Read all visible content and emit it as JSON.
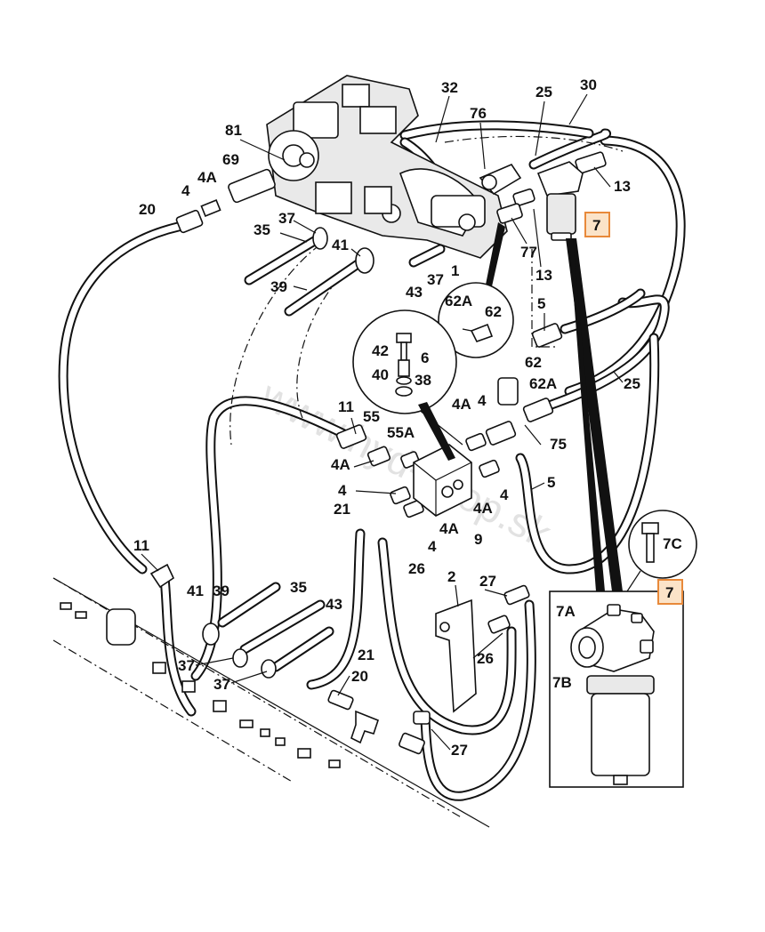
{
  "watermark": "www.hyd-shop.sk",
  "highlight_color": "#f2a35a",
  "callouts": [
    {
      "id": "c32",
      "text": "32"
    },
    {
      "id": "c76",
      "text": "76"
    },
    {
      "id": "c25a",
      "text": "25"
    },
    {
      "id": "c30",
      "text": "30"
    },
    {
      "id": "c81",
      "text": "81"
    },
    {
      "id": "c69",
      "text": "69"
    },
    {
      "id": "c4Aa",
      "text": "4A"
    },
    {
      "id": "c4a",
      "text": "4"
    },
    {
      "id": "c20a",
      "text": "20"
    },
    {
      "id": "c13a",
      "text": "13"
    },
    {
      "id": "c37a",
      "text": "37"
    },
    {
      "id": "c35a",
      "text": "35"
    },
    {
      "id": "c41a",
      "text": "41"
    },
    {
      "id": "c77",
      "text": "77"
    },
    {
      "id": "c13b",
      "text": "13"
    },
    {
      "id": "c39a",
      "text": "39"
    },
    {
      "id": "c43a",
      "text": "43"
    },
    {
      "id": "c37b",
      "text": "37"
    },
    {
      "id": "c1",
      "text": "1"
    },
    {
      "id": "c62Aa",
      "text": "62A"
    },
    {
      "id": "c62a",
      "text": "62"
    },
    {
      "id": "c5a",
      "text": "5"
    },
    {
      "id": "c42",
      "text": "42"
    },
    {
      "id": "c6",
      "text": "6"
    },
    {
      "id": "c40",
      "text": "40"
    },
    {
      "id": "c38",
      "text": "38"
    },
    {
      "id": "c62b",
      "text": "62"
    },
    {
      "id": "c62Ab",
      "text": "62A"
    },
    {
      "id": "c25b",
      "text": "25"
    },
    {
      "id": "c11a",
      "text": "11"
    },
    {
      "id": "c55",
      "text": "55"
    },
    {
      "id": "c55A",
      "text": "55A"
    },
    {
      "id": "c4Ab",
      "text": "4A"
    },
    {
      "id": "c4b",
      "text": "4"
    },
    {
      "id": "c75",
      "text": "75"
    },
    {
      "id": "c4Ac",
      "text": "4A"
    },
    {
      "id": "c5b",
      "text": "5"
    },
    {
      "id": "c4c",
      "text": "4"
    },
    {
      "id": "c4d",
      "text": "4"
    },
    {
      "id": "c4Ad",
      "text": "4A"
    },
    {
      "id": "c21a",
      "text": "21"
    },
    {
      "id": "c4e",
      "text": "4"
    },
    {
      "id": "c4Ae",
      "text": "4A"
    },
    {
      "id": "c9",
      "text": "9"
    },
    {
      "id": "c26a",
      "text": "26"
    },
    {
      "id": "c11b",
      "text": "11"
    },
    {
      "id": "c2",
      "text": "2"
    },
    {
      "id": "c27a",
      "text": "27"
    },
    {
      "id": "c7C",
      "text": "7C"
    },
    {
      "id": "c41b",
      "text": "41"
    },
    {
      "id": "c39b",
      "text": "39"
    },
    {
      "id": "c35b",
      "text": "35"
    },
    {
      "id": "c43b",
      "text": "43"
    },
    {
      "id": "c26b",
      "text": "26"
    },
    {
      "id": "c37c",
      "text": "37"
    },
    {
      "id": "c21b",
      "text": "21"
    },
    {
      "id": "c37d",
      "text": "37"
    },
    {
      "id": "c20b",
      "text": "20"
    },
    {
      "id": "c27b",
      "text": "27"
    },
    {
      "id": "c7A",
      "text": "7A"
    },
    {
      "id": "c7B",
      "text": "7B"
    }
  ],
  "highlighted_callouts": [
    {
      "id": "h7a",
      "text": "7"
    },
    {
      "id": "h7b",
      "text": "7"
    }
  ]
}
